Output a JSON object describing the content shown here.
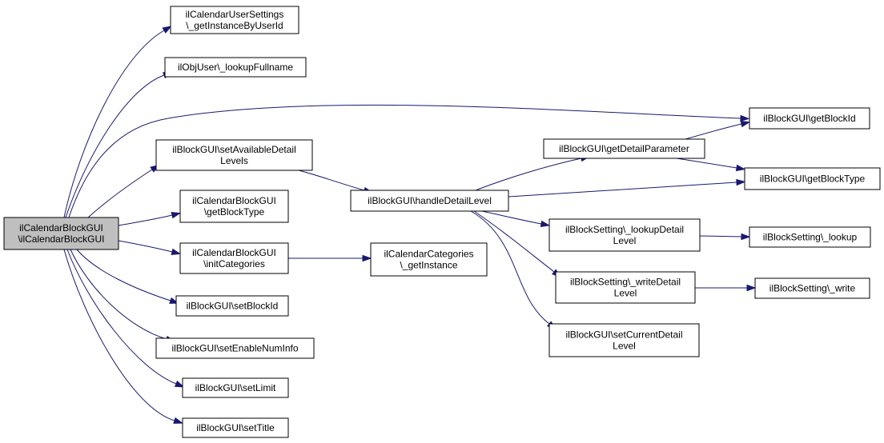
{
  "diagram": {
    "colors": {
      "edge": "#191970",
      "root_fill": "#bfbfbf",
      "node_fill": "#ffffff",
      "border": "#000000"
    },
    "nodes": [
      {
        "id": "root",
        "lines": [
          "ilCalendarBlockGUI",
          "\\ilCalendarBlockGUI"
        ]
      },
      {
        "id": "n1",
        "lines": [
          "ilCalendarUserSettings",
          "\\_getInstanceByUserId"
        ]
      },
      {
        "id": "n2",
        "lines": [
          "ilObjUser\\_lookupFullname"
        ]
      },
      {
        "id": "n3",
        "lines": [
          "ilBlockGUI\\setAvailableDetail",
          "Levels"
        ]
      },
      {
        "id": "n4",
        "lines": [
          "ilCalendarBlockGUI",
          "\\getBlockType"
        ]
      },
      {
        "id": "n5",
        "lines": [
          "ilCalendarBlockGUI",
          "\\initCategories"
        ]
      },
      {
        "id": "n6",
        "lines": [
          "ilBlockGUI\\setBlockId"
        ]
      },
      {
        "id": "n7",
        "lines": [
          "ilBlockGUI\\setEnableNumInfo"
        ]
      },
      {
        "id": "n8",
        "lines": [
          "ilBlockGUI\\setLimit"
        ]
      },
      {
        "id": "n9",
        "lines": [
          "ilBlockGUI\\setTitle"
        ]
      },
      {
        "id": "n10",
        "lines": [
          "ilBlockGUI\\handleDetailLevel"
        ]
      },
      {
        "id": "n11",
        "lines": [
          "ilCalendarCategories",
          "\\_getInstance"
        ]
      },
      {
        "id": "n12",
        "lines": [
          "ilBlockGUI\\getDetailParameter"
        ]
      },
      {
        "id": "n13",
        "lines": [
          "ilBlockSetting\\_lookupDetail",
          "Level"
        ]
      },
      {
        "id": "n14",
        "lines": [
          "ilBlockSetting\\_writeDetail",
          "Level"
        ]
      },
      {
        "id": "n15",
        "lines": [
          "ilBlockGUI\\setCurrentDetail",
          "Level"
        ]
      },
      {
        "id": "n16",
        "lines": [
          "ilBlockGUI\\getBlockId"
        ]
      },
      {
        "id": "n17",
        "lines": [
          "ilBlockGUI\\getBlockType"
        ]
      },
      {
        "id": "n18",
        "lines": [
          "ilBlockSetting\\_lookup"
        ]
      },
      {
        "id": "n19",
        "lines": [
          "ilBlockSetting\\_write"
        ]
      }
    ],
    "edges": [
      {
        "from": "root",
        "to": "n1"
      },
      {
        "from": "root",
        "to": "n2"
      },
      {
        "from": "root",
        "to": "n16"
      },
      {
        "from": "root",
        "to": "n3"
      },
      {
        "from": "root",
        "to": "n4"
      },
      {
        "from": "root",
        "to": "n5"
      },
      {
        "from": "root",
        "to": "n6"
      },
      {
        "from": "root",
        "to": "n7"
      },
      {
        "from": "root",
        "to": "n8"
      },
      {
        "from": "root",
        "to": "n9"
      },
      {
        "from": "n3",
        "to": "n10"
      },
      {
        "from": "n5",
        "to": "n11"
      },
      {
        "from": "n10",
        "to": "n12"
      },
      {
        "from": "n10",
        "to": "n17"
      },
      {
        "from": "n10",
        "to": "n13"
      },
      {
        "from": "n10",
        "to": "n14"
      },
      {
        "from": "n10",
        "to": "n15"
      },
      {
        "from": "n12",
        "to": "n16"
      },
      {
        "from": "n12",
        "to": "n17"
      },
      {
        "from": "n13",
        "to": "n18"
      },
      {
        "from": "n14",
        "to": "n19"
      }
    ]
  }
}
